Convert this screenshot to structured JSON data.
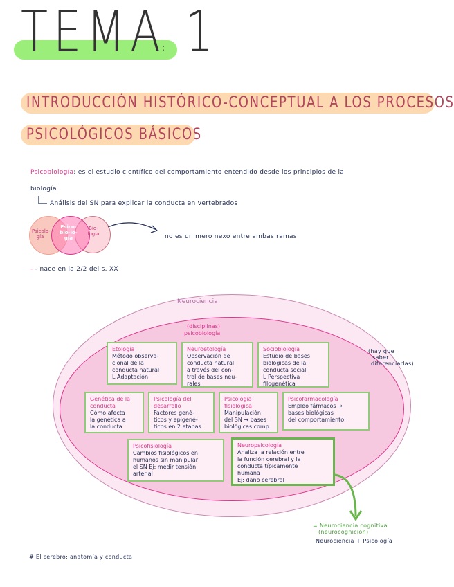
{
  "header": {
    "title": "TEMA 1",
    "colon": ":",
    "subtitle_line1": "INTRODUCCIÓN HISTÓRICO-CONCEPTUAL A LOS PROCESOS",
    "subtitle_line2": "PSICOLÓGICOS BÁSICOS"
  },
  "intro": {
    "term": "Psicobiología",
    "definition": ": es el estudio científico del comportamiento entendido desde los principios de la",
    "definition_cont": "biología",
    "sub_point": "Análisis del SN para explicar la conducta en vertebrados",
    "venn": {
      "left": "Psicolo-gía",
      "middle": "Psico-bio-lo-gía",
      "right": "Bio-logía"
    },
    "venn_note": "no es un mero nexo entre ambas ramas",
    "origin_note": "- nace en la 2/2 del s. XX"
  },
  "diagram": {
    "outer_label": "Neurociencia",
    "inner_label_1": "(disciplinas)",
    "inner_label_2": "psicobiología",
    "side_note_1": "(hay que",
    "side_note_2": "saber",
    "side_note_3": "diferenciarlas)",
    "boxes": [
      {
        "title": "Etología",
        "body": "Método observa-\ncional de la\nconducta natural\nL Adaptación"
      },
      {
        "title": "Neuroetología",
        "body": "Observación de\nconducta natural\na través del con-\ntrol de bases neu-\nrales"
      },
      {
        "title": "Sociobiología",
        "body": "Estudio de bases\nbiológicas de la\nconducta social\nL Perspectiva\n   filogenética"
      },
      {
        "title": "Genética de la conducta",
        "body": "Cómo afecta\nla genética a\nla conducta"
      },
      {
        "title": "Psicología del desarrollo",
        "body": "Factores gené-\nticos y epigené-\nticos en 2 etapas"
      },
      {
        "title": "Psicología fisiológica",
        "body": "Manipulación\ndel SN → bases\nbiológicas comp."
      },
      {
        "title": "Psicofarmacología",
        "body": "Empleo fármacos →\nbases biológicas\ndel comportamiento"
      },
      {
        "title": "Psicofisiología",
        "body": "Cambios fisiológicos en\nhumanos sin manipular\nel SN  Ej: medir tensión\narterial"
      },
      {
        "title": "Neuropsicología",
        "body": "Analiza la relación entre\nla función cerebral y la\nconducta típicamente\nhumana\nEj: daño cerebral"
      }
    ],
    "arrow_note_1": "= Neurociencia cognitiva",
    "arrow_note_2": "(neurocognición)",
    "arrow_note_3": "Neurociencia + Psicología"
  },
  "footer": {
    "note": "# El cerebro: anatomía y conducta"
  }
}
